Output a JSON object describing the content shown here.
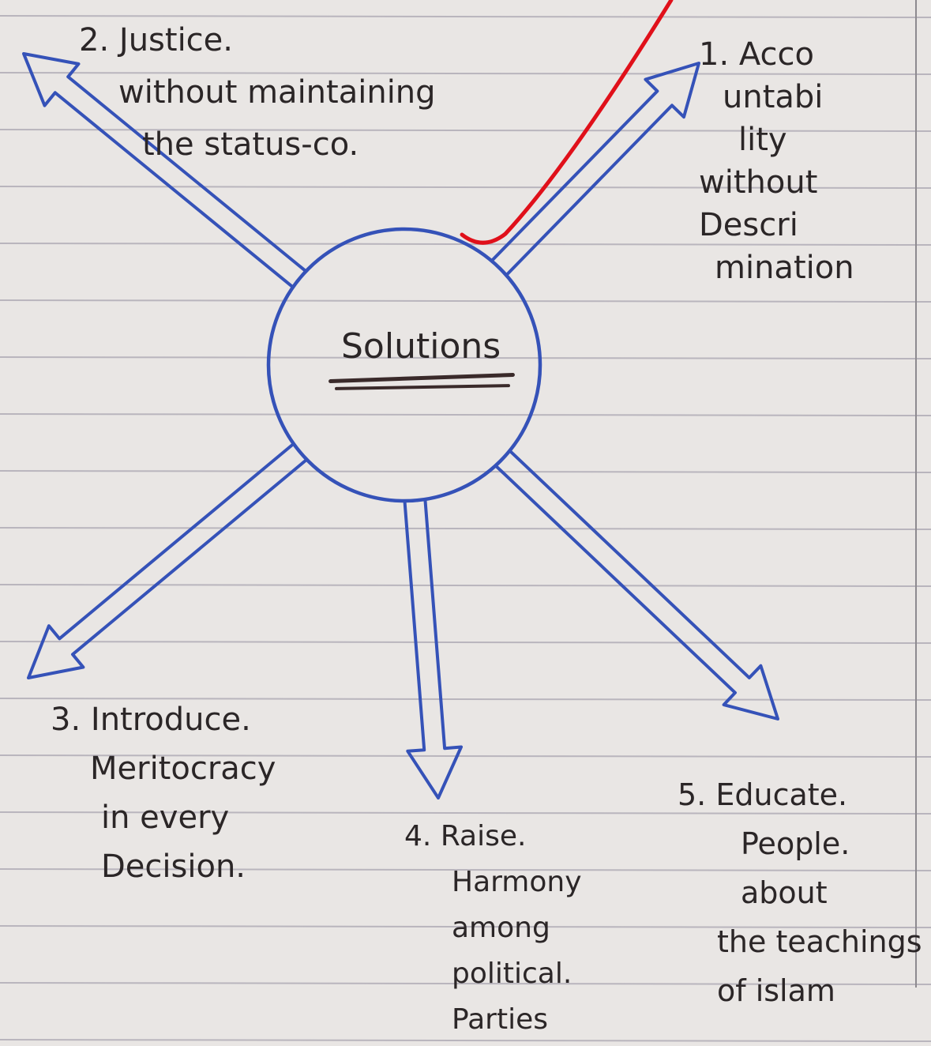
{
  "diagram": {
    "center": {
      "line1": "Solutions"
    },
    "branches": [
      {
        "number": "1.",
        "lines": [
          "Acco",
          "untabi",
          "lity",
          "without",
          "Descri",
          "mination"
        ]
      },
      {
        "number": "2.",
        "lines": [
          "Justice.",
          "without maintaining",
          "the status-co."
        ]
      },
      {
        "number": "3.",
        "lines": [
          "Introduce.",
          "Meritocracy",
          "in every",
          "Decision."
        ]
      },
      {
        "number": "4.",
        "lines": [
          "Raise.",
          "Harmony",
          "among",
          "political.",
          "Parties"
        ]
      },
      {
        "number": "5.",
        "lines": [
          "Educate.",
          "People.",
          "about",
          "the teachings",
          "of islam"
        ]
      }
    ]
  },
  "colors": {
    "ink_blue": "#3552b8",
    "ink_text": "#2b2627",
    "red_mark": "#e0101a",
    "paper": "#e9e6e4",
    "rule_line": "#b9b5bd"
  },
  "icons": {
    "center": "circle",
    "connectors": "double-line-arrow",
    "annotation": "red-checkmark"
  }
}
